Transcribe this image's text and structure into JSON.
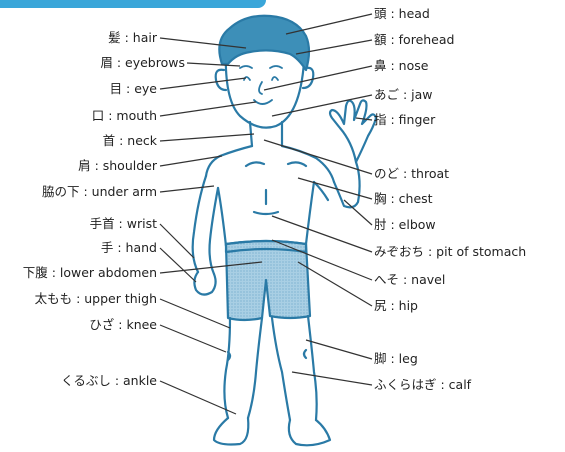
{
  "colors": {
    "accent": "#3aa6d9",
    "hair": "#3d8fb8",
    "outline": "#2a7aa6",
    "shorts": "#9ec7df",
    "leader": "#333333"
  },
  "labels_left": {
    "hair": "髪 : hair",
    "eyebrows": "眉 : eyebrows",
    "eye": "目 : eye",
    "mouth": "口 : mouth",
    "neck": "首 : neck",
    "shoulder": "肩 : shoulder",
    "under_arm": "脇の下 : under arm",
    "wrist": "手首 : wrist",
    "hand": "手 : hand",
    "lower_abdomen": "下腹 : lower abdomen",
    "upper_thigh": "太もも : upper thigh",
    "knee": "ひざ : knee",
    "ankle": "くるぶし : ankle"
  },
  "labels_right": {
    "head": "頭 : head",
    "forehead": "額 : forehead",
    "nose": "鼻 : nose",
    "jaw": "あご : jaw",
    "finger": "指 : finger",
    "throat": "のど : throat",
    "chest": "胸 : chest",
    "elbow": "肘 : elbow",
    "pit_of_stomach": "みぞおち : pit of stomach",
    "navel": "へそ : navel",
    "hip": "尻 : hip",
    "leg": "脚 : leg",
    "calf": "ふくらはぎ : calf"
  }
}
